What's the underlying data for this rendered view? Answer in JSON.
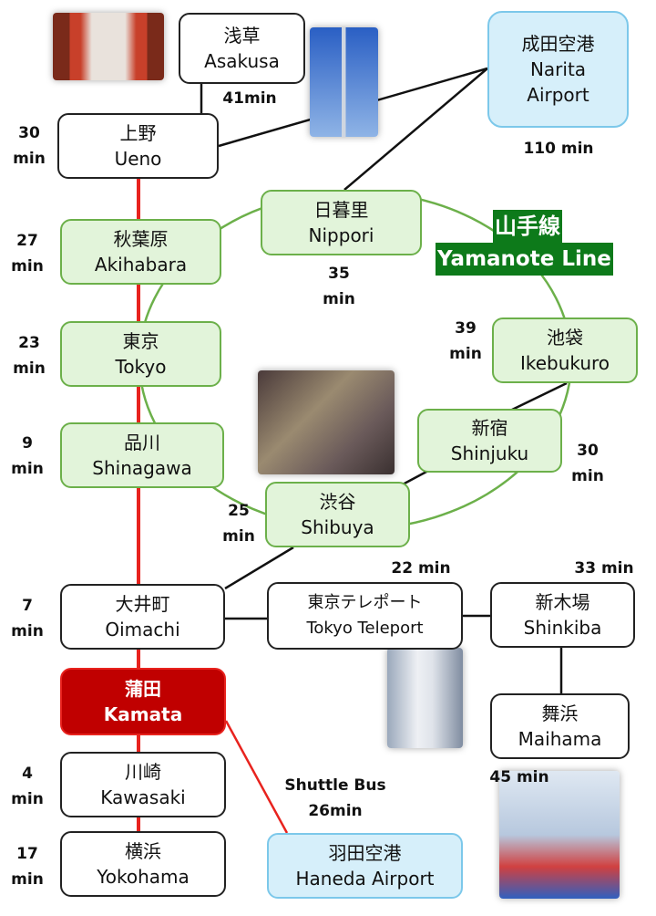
{
  "line": {
    "jp": "山手線",
    "en": "Yamanote Line",
    "color": "#0d7a1a"
  },
  "stations": {
    "asakusa": {
      "jp": "浅草",
      "en": "Asakusa"
    },
    "ueno": {
      "jp": "上野",
      "en": "Ueno"
    },
    "narita": {
      "jp": "成田空港",
      "en": "Narita",
      "en2": "Airport"
    },
    "nippori": {
      "jp": "日暮里",
      "en": "Nippori"
    },
    "akihabara": {
      "jp": "秋葉原",
      "en": "Akihabara"
    },
    "tokyo": {
      "jp": "東京",
      "en": "Tokyo"
    },
    "ikebukuro": {
      "jp": "池袋",
      "en": "Ikebukuro"
    },
    "shinjuku": {
      "jp": "新宿",
      "en": "Shinjuku"
    },
    "shinagawa": {
      "jp": "品川",
      "en": "Shinagawa"
    },
    "shibuya": {
      "jp": "渋谷",
      "en": "Shibuya"
    },
    "oimachi": {
      "jp": "大井町",
      "en": "Oimachi"
    },
    "teleport": {
      "jp": "東京テレポート",
      "en": "Tokyo Teleport"
    },
    "shinkiba": {
      "jp": "新木場",
      "en": "Shinkiba"
    },
    "maihama": {
      "jp": "舞浜",
      "en": "Maihama"
    },
    "kamata": {
      "jp": "蒲田",
      "en": "Kamata"
    },
    "kawasaki": {
      "jp": "川崎",
      "en": "Kawasaki"
    },
    "yokohama": {
      "jp": "横浜",
      "en": "Yokohama"
    },
    "haneda": {
      "jp": "羽田空港",
      "en": "Haneda Airport"
    }
  },
  "times": {
    "ueno": [
      "30",
      "min"
    ],
    "akihabara": [
      "27",
      "min"
    ],
    "tokyo": [
      "23",
      "min"
    ],
    "shinagawa": [
      "9",
      "min"
    ],
    "oimachi": [
      "7",
      "min"
    ],
    "kawasaki": [
      "4",
      "min"
    ],
    "yokohama": [
      "17",
      "min"
    ],
    "asakusa": "41min",
    "narita": "110 min",
    "nippori": [
      "35",
      "min"
    ],
    "ikebukuro": [
      "39",
      "min"
    ],
    "shinjuku": [
      "30",
      "min"
    ],
    "shibuya": [
      "25",
      "min"
    ],
    "teleport": "22 min",
    "shinkiba": "33 min",
    "maihama": "45 min",
    "haneda": [
      "Shuttle Bus",
      "26min"
    ]
  }
}
